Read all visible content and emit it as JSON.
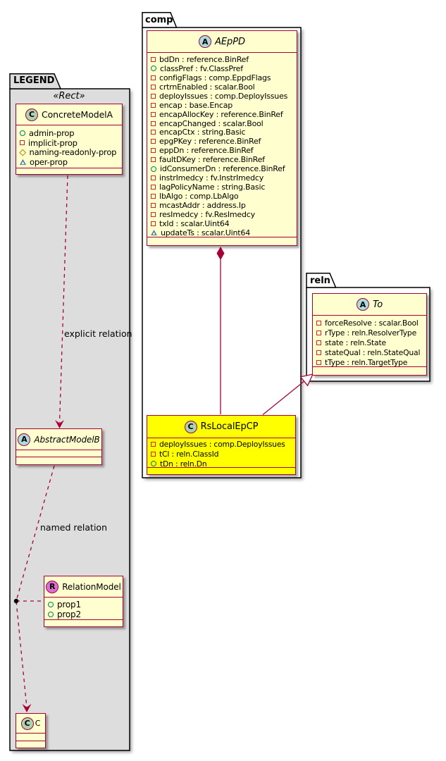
{
  "packages": {
    "comp": {
      "label": "comp"
    },
    "reln": {
      "label": "reln"
    },
    "legend": {
      "label": "LEGEND",
      "stereotype": "«Rect»"
    }
  },
  "classes": {
    "aeppd": {
      "letter": "A",
      "name": "AEpPD",
      "attributes": [
        {
          "icon": "square",
          "text": "bdDn : reference.BinRef"
        },
        {
          "icon": "circle",
          "text": "classPref : fv.ClassPref"
        },
        {
          "icon": "square",
          "text": "configFlags : comp.EppdFlags"
        },
        {
          "icon": "square",
          "text": "crtrnEnabled : scalar.Bool"
        },
        {
          "icon": "square",
          "text": "deployIssues : comp.DeployIssues"
        },
        {
          "icon": "square",
          "text": "encap : base.Encap"
        },
        {
          "icon": "square",
          "text": "encapAllocKey : reference.BinRef"
        },
        {
          "icon": "square",
          "text": "encapChanged : scalar.Bool"
        },
        {
          "icon": "square",
          "text": "encapCtx : string.Basic"
        },
        {
          "icon": "square",
          "text": "epgPKey : reference.BinRef"
        },
        {
          "icon": "square",
          "text": "eppDn : reference.BinRef"
        },
        {
          "icon": "square",
          "text": "faultDKey : reference.BinRef"
        },
        {
          "icon": "circle",
          "text": "idConsumerDn : reference.BinRef"
        },
        {
          "icon": "square",
          "text": "instrImedcy : fv.InstrImedcy"
        },
        {
          "icon": "square",
          "text": "lagPolicyName : string.Basic"
        },
        {
          "icon": "square",
          "text": "lbAlgo : comp.LbAlgo"
        },
        {
          "icon": "square",
          "text": "mcastAddr : address.Ip"
        },
        {
          "icon": "square",
          "text": "resImedcy : fv.ResImedcy"
        },
        {
          "icon": "square",
          "text": "txId : scalar.Uint64"
        },
        {
          "icon": "triangle",
          "text": "updateTs : scalar.Uint64"
        }
      ]
    },
    "to": {
      "letter": "A",
      "name": "To",
      "attributes": [
        {
          "icon": "square",
          "text": "forceResolve : scalar.Bool"
        },
        {
          "icon": "square",
          "text": "rType : reln.ResolverType"
        },
        {
          "icon": "square",
          "text": "state : reln.State"
        },
        {
          "icon": "square",
          "text": "stateQual : reln.StateQual"
        },
        {
          "icon": "square",
          "text": "tType : reln.TargetType"
        }
      ]
    },
    "rslocalepcp": {
      "letter": "C",
      "name": "RsLocalEpCP",
      "attributes": [
        {
          "icon": "square",
          "text": "deployIssues : comp.DeployIssues"
        },
        {
          "icon": "square",
          "text": "tCl : reln.ClassId"
        },
        {
          "icon": "circle",
          "text": "tDn : reln.Dn"
        }
      ]
    },
    "concretemodela": {
      "letter": "C",
      "name": "ConcreteModelA",
      "attributes": [
        {
          "icon": "circle",
          "text": "admin-prop"
        },
        {
          "icon": "square",
          "text": "implicit-prop"
        },
        {
          "icon": "diamond",
          "text": "naming-readonly-prop"
        },
        {
          "icon": "triangle",
          "text": "oper-prop"
        }
      ]
    },
    "abstractmodelb": {
      "letter": "A",
      "name": "AbstractModelB",
      "attributes": []
    },
    "relationmodel": {
      "letter": "R",
      "name": "RelationModel",
      "attributes": [
        {
          "icon": "circle",
          "text": "prop1"
        },
        {
          "icon": "circle",
          "text": "prop2"
        }
      ]
    },
    "c": {
      "letter": "C",
      "name": "C",
      "attributes": []
    }
  },
  "relations": {
    "explicit_label": "explicit relation",
    "named_label": "named relation"
  },
  "colors": {
    "class_border": "#A80036",
    "class_fill": "#FEFECE",
    "highlight_fill": "#FFFF00",
    "legend_fill": "#DDDDDD"
  }
}
